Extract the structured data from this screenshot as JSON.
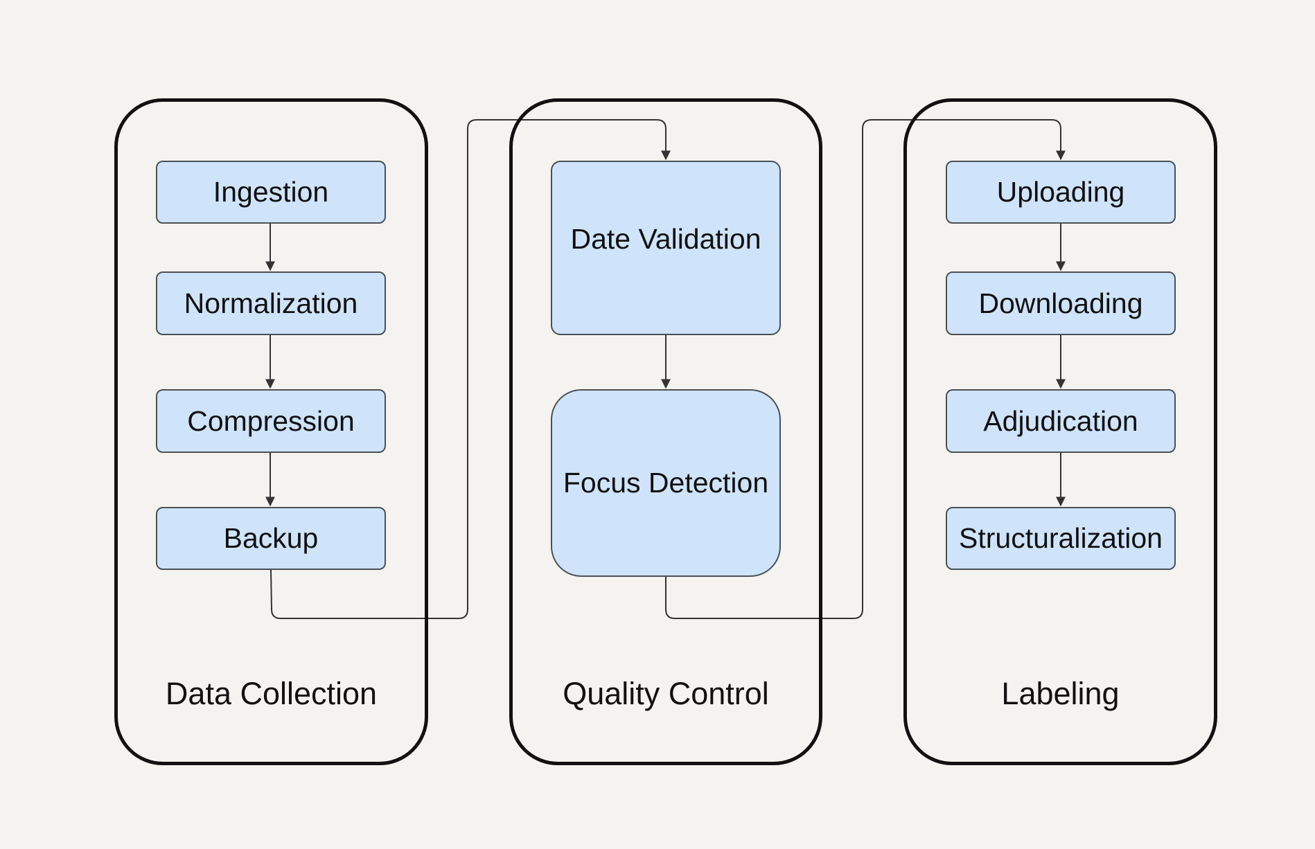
{
  "groups": [
    {
      "label": "Data Collection",
      "nodes": [
        "Ingestion",
        "Normalization",
        "Compression",
        "Backup"
      ]
    },
    {
      "label": "Quality Control",
      "nodes": [
        "Date Validation",
        "Focus Detection"
      ]
    },
    {
      "label": "Labeling",
      "nodes": [
        "Uploading",
        "Downloading",
        "Adjudication",
        "Structuralization"
      ]
    }
  ],
  "colors": {
    "background": "#f5f3ef",
    "node_fill": "#cfe4fb",
    "node_border": "#4a4f57",
    "group_border": "#111111",
    "edge": "#333333"
  }
}
